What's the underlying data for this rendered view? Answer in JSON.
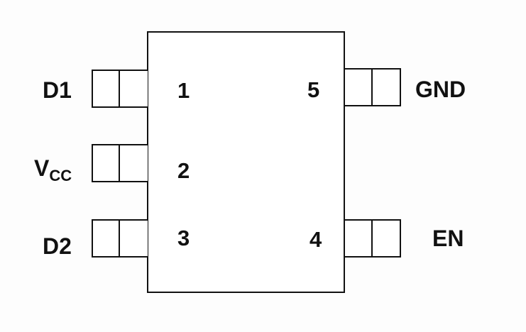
{
  "diagram": {
    "pins_left": [
      {
        "number": "1",
        "label_main": "D1",
        "label_sub": ""
      },
      {
        "number": "2",
        "label_main": "V",
        "label_sub": "CC"
      },
      {
        "number": "3",
        "label_main": "D2",
        "label_sub": ""
      }
    ],
    "pins_right": [
      {
        "number": "5",
        "label_main": "GND",
        "label_sub": ""
      },
      {
        "number": "4",
        "label_main": "EN",
        "label_sub": ""
      }
    ]
  }
}
